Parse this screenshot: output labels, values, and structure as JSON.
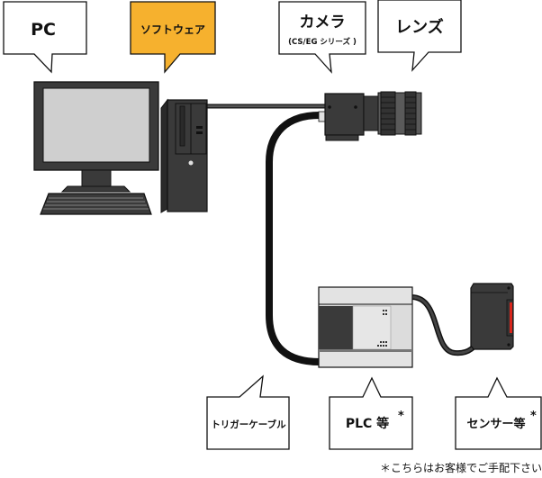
{
  "callouts": {
    "pc": {
      "label": "PC"
    },
    "software": {
      "label": "ソフトウェア",
      "fill": "#f6b12e"
    },
    "camera": {
      "label": "カメラ",
      "sublabel": "(CS/EG シリーズ )"
    },
    "lens": {
      "label": "レンズ"
    },
    "trigger_cable": {
      "label": "トリガーケーブル"
    },
    "plc": {
      "label": "PLC 等",
      "mark": "*"
    },
    "sensor": {
      "label": "センサー等",
      "mark": "*"
    }
  },
  "footnote": "＊こちらはお客様でご手配下さい。",
  "colors": {
    "device_dark": "#3a3a3a",
    "outline": "#111111",
    "screen": "#cfcfcf",
    "plc_body": "#e3e3e3",
    "sensor_led": "#d9261c"
  }
}
